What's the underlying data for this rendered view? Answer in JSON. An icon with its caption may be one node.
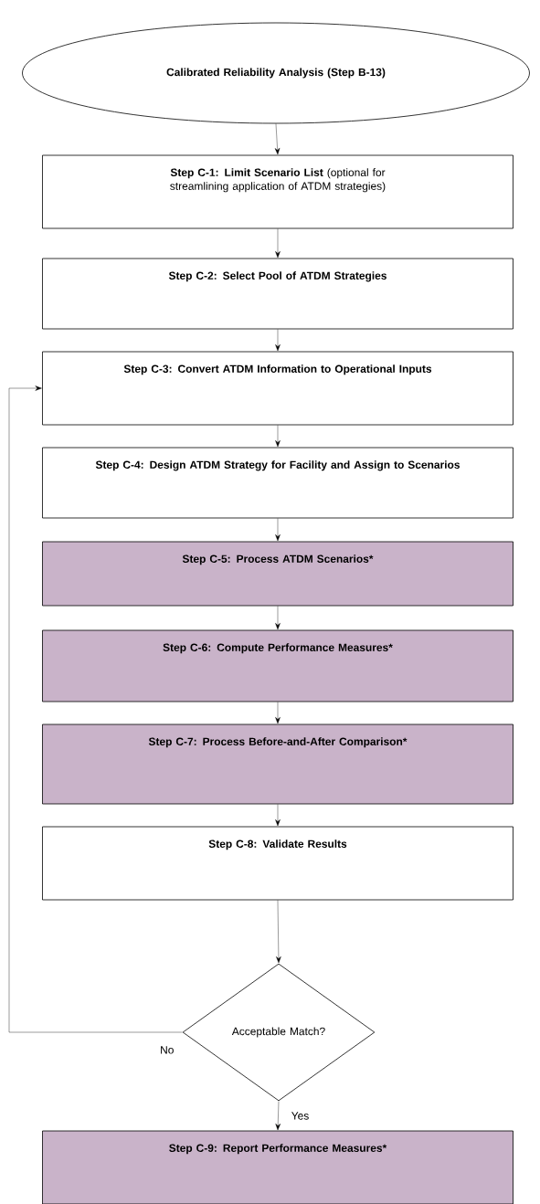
{
  "diagram": {
    "nodes": [
      {
        "text": [
          "Calibrated Reliability Analysis (Step B-13)"
        ]
      },
      {
        "text": [
          "**Step C-1: Limit Scenario List** (optional for streamlining application of ATDM strategies)"
        ]
      },
      {
        "text": [
          "Step C-2: Select Pool of ATDM Strategies"
        ]
      },
      {
        "text": [
          "Step C-3: Convert ATDM Information to Operational Inputs"
        ]
      },
      {
        "text": [
          "Step C-4: Design ATDM Strategy for Facility and Assign to Scenarios"
        ]
      },
      {
        "text": [
          "Step C-5: Process ATDM Scenarios*"
        ]
      },
      {
        "text": [
          "Step C-6: Compute Performance Measures*"
        ]
      },
      {
        "text": [
          "Step C-7: Process Before-and-After Comparison*"
        ]
      },
      {
        "text": [
          "Step C-8: Validate Results"
        ]
      },
      {
        "text": [
          "Acceptable Match?"
        ]
      },
      {
        "text": [
          "Step C-9: Report Performance Measures*"
        ]
      }
    ],
    "edges": [
      {
        "from": 0,
        "to": 1,
        "arrow": "to"
      },
      {
        "from": 1,
        "to": 2,
        "arrow": "to"
      },
      {
        "from": 2,
        "to": 3,
        "arrow": "to"
      },
      {
        "from": 3,
        "to": 4,
        "arrow": "to"
      },
      {
        "from": 4,
        "to": 5,
        "arrow": "to"
      },
      {
        "from": 5,
        "to": 6,
        "arrow": "to"
      },
      {
        "from": 6,
        "to": 7,
        "arrow": "to"
      },
      {
        "from": 7,
        "to": 8,
        "arrow": "to"
      },
      {
        "from": 8,
        "to": 9,
        "arrow": "to"
      },
      {
        "from": 9,
        "to": 10,
        "arrow": "to",
        "label": "Yes"
      },
      {
        "from": 9,
        "to": 3,
        "arrow": "to",
        "label": "No"
      }
    ]
  }
}
